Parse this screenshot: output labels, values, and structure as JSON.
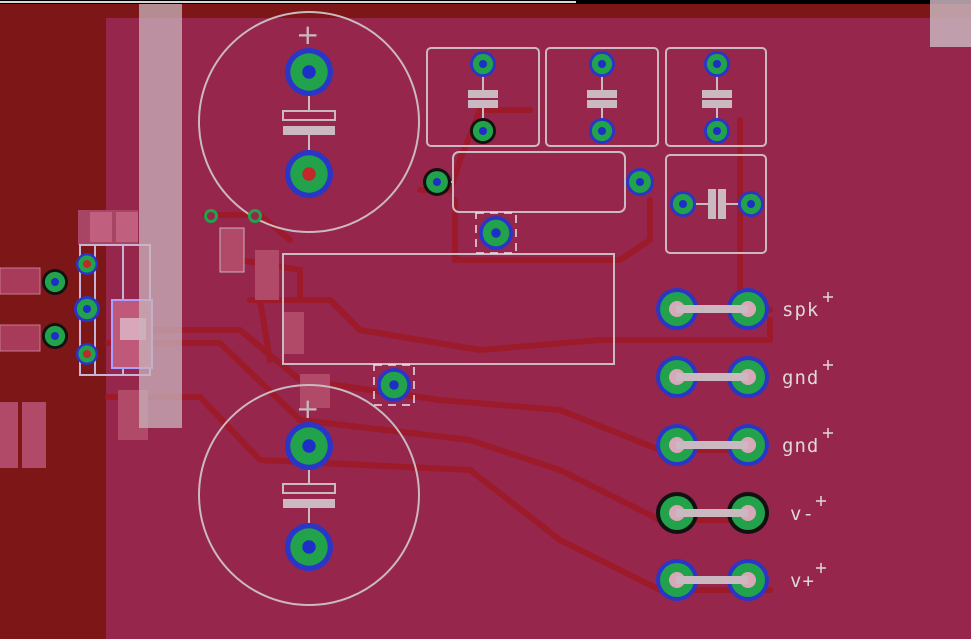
{
  "colors": {
    "board_fill": "#96264b",
    "dark_fill": "#7d1616",
    "trace": "#9c1a2a",
    "silk": "#cbb9c2",
    "pad_copper": "#22a24a",
    "pad_ring": "#2a36c8",
    "drill_blue": "#1e2fc8",
    "drill_red": "#c0282a",
    "overlay": "#c8b4bc"
  },
  "connectors": [
    {
      "id": "spk",
      "label": "spk"
    },
    {
      "id": "gnd1",
      "label": "gnd"
    },
    {
      "id": "gnd2",
      "label": "gnd"
    },
    {
      "id": "vminus",
      "label": "v-"
    },
    {
      "id": "vplus",
      "label": "v+"
    }
  ],
  "capacitor_marks": {
    "polarity": "+"
  }
}
